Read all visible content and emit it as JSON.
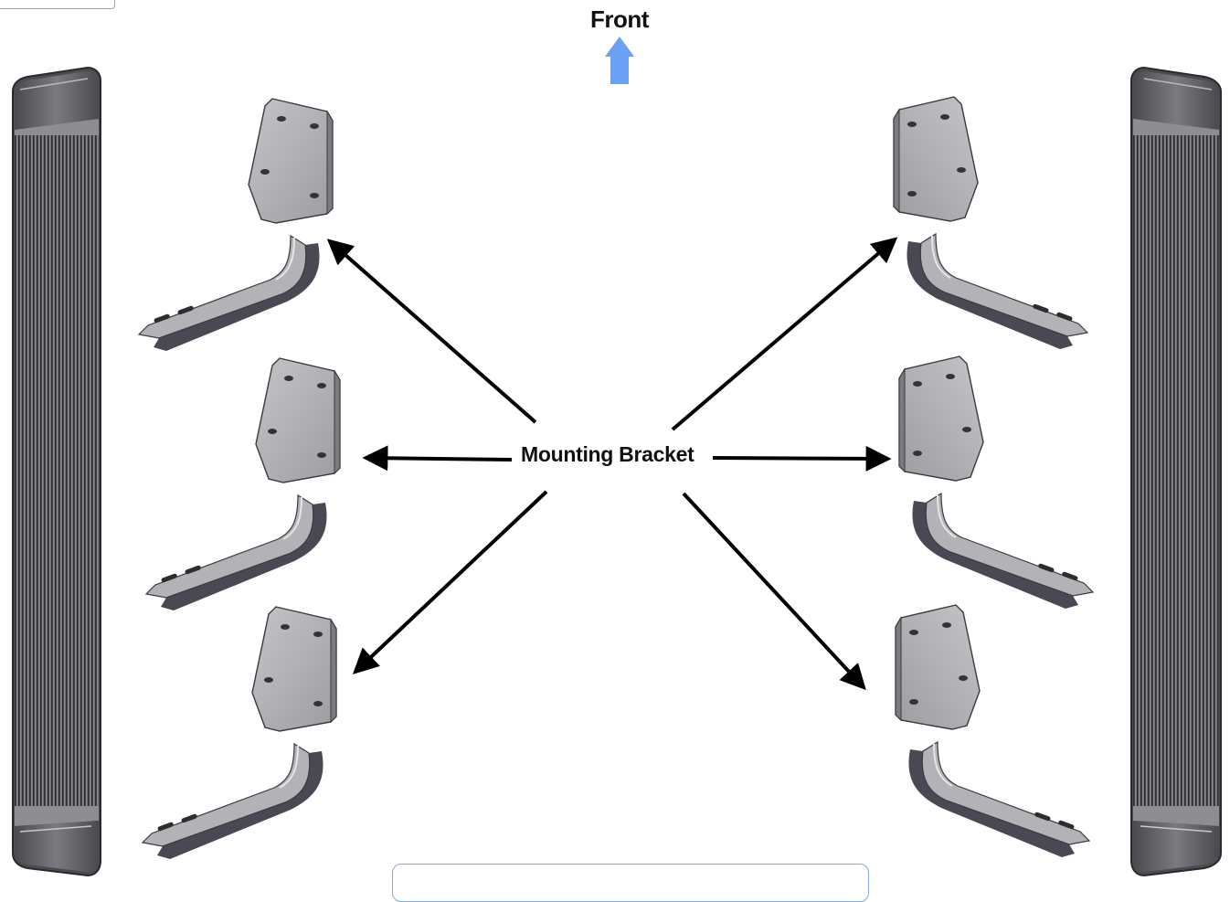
{
  "labels": {
    "front": "Front",
    "mounting_bracket": "Mounting Bracket"
  },
  "colors": {
    "front_arrow": "#6aa1f5",
    "leader_arrows": "#000000",
    "bracket_plate": "#a9aaad",
    "bracket_shadow": "#4b4753",
    "board_body": "#5f5f63",
    "frame_outline": "#7fa9e0"
  },
  "parts": {
    "running_boards": [
      "left-running-board",
      "right-running-board"
    ],
    "brackets": [
      "bracket-left-top",
      "bracket-left-middle",
      "bracket-left-bottom",
      "bracket-right-top",
      "bracket-right-middle",
      "bracket-right-bottom"
    ]
  },
  "icons": {
    "front": "up-arrow-icon"
  }
}
